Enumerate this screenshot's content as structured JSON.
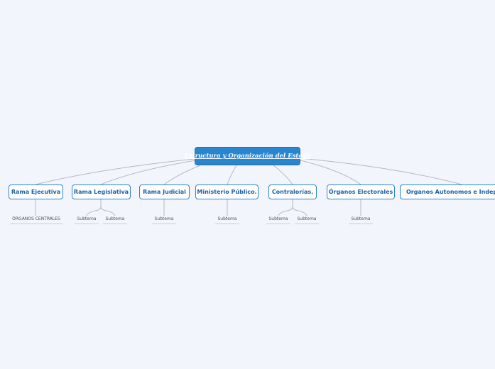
{
  "central": {
    "label": "Estructura y Organización del Estado"
  },
  "branches": [
    {
      "label": "Rama Ejecutiva",
      "subtopics": [
        "ÓRGANOS CENTRALES"
      ]
    },
    {
      "label": "Rama Legislativa",
      "subtopics": [
        "Subtema",
        "Subtema"
      ]
    },
    {
      "label": "Rama Judicial",
      "subtopics": [
        "Subtema"
      ]
    },
    {
      "label": "Ministerio Público.",
      "subtopics": [
        "Subtema"
      ]
    },
    {
      "label": "Contralorías.",
      "subtopics": [
        "Subtema",
        "Subtema"
      ]
    },
    {
      "label": "Órganos Electorales",
      "subtopics": [
        "Subtema"
      ]
    },
    {
      "label": "Organos Autonomos e Independientes",
      "subtopics": []
    }
  ],
  "colors": {
    "background": "#f3f5fd",
    "accent": "#2a85cf",
    "line": "#b4b9c4",
    "node_text": "#1c5f9e"
  }
}
